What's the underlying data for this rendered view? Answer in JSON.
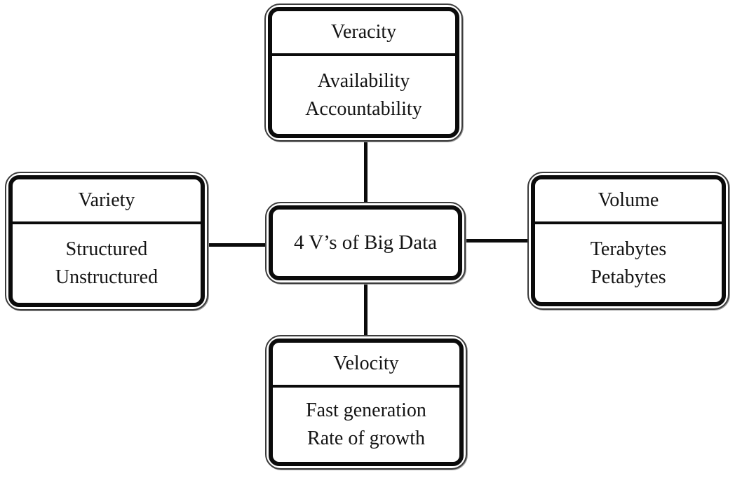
{
  "diagram": {
    "title": "4 V’s of Big Data",
    "center": {
      "label": "4 V’s of Big Data"
    },
    "nodes": [
      {
        "id": "veracity",
        "position": "top",
        "title": "Veracity",
        "items": [
          "Availability",
          "Accountability"
        ]
      },
      {
        "id": "variety",
        "position": "left",
        "title": "Variety",
        "items": [
          "Structured",
          "Unstructured"
        ]
      },
      {
        "id": "volume",
        "position": "right",
        "title": "Volume",
        "items": [
          "Terabytes",
          "Petabytes"
        ]
      },
      {
        "id": "velocity",
        "position": "bottom",
        "title": "Velocity",
        "items": [
          "Fast generation",
          "Rate of growth"
        ]
      }
    ],
    "colors": {
      "line": "#0b0b0b",
      "text": "#141414",
      "background": "#ffffff"
    }
  }
}
